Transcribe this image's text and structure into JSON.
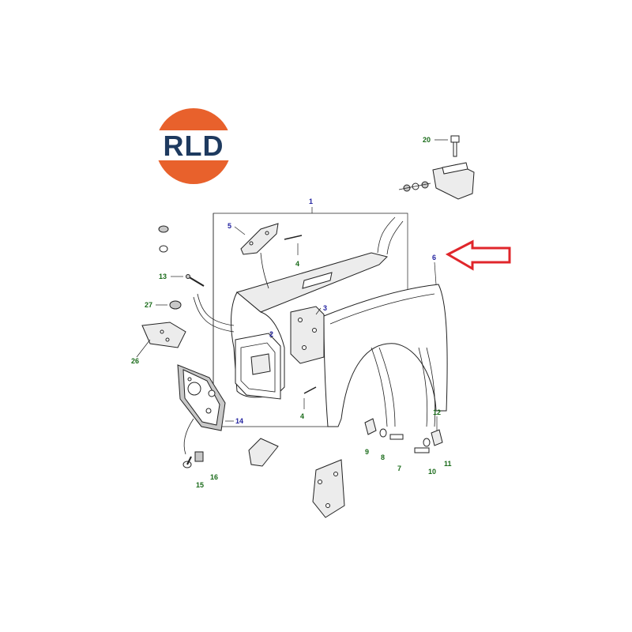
{
  "logo": {
    "text": "RLD",
    "colors": {
      "orange": "#e8612c",
      "navy": "#1e3a5f",
      "white": "#ffffff"
    }
  },
  "callouts": [
    {
      "id": "c1",
      "text": "1",
      "color": "blue"
    },
    {
      "id": "c2",
      "text": "2",
      "color": "blue"
    },
    {
      "id": "c3",
      "text": "3",
      "color": "blue"
    },
    {
      "id": "c4a",
      "text": "4",
      "color": "green"
    },
    {
      "id": "c4b",
      "text": "4",
      "color": "green"
    },
    {
      "id": "c5",
      "text": "5",
      "color": "blue"
    },
    {
      "id": "c6",
      "text": "6",
      "color": "blue"
    },
    {
      "id": "c7",
      "text": "7",
      "color": "green"
    },
    {
      "id": "c8",
      "text": "8",
      "color": "green"
    },
    {
      "id": "c9",
      "text": "9",
      "color": "green"
    },
    {
      "id": "c10",
      "text": "10",
      "color": "green"
    },
    {
      "id": "c11",
      "text": "11",
      "color": "green"
    },
    {
      "id": "c12",
      "text": "12",
      "color": "green"
    },
    {
      "id": "c13",
      "text": "13",
      "color": "green"
    },
    {
      "id": "c14",
      "text": "14",
      "color": "blue"
    },
    {
      "id": "c15",
      "text": "15",
      "color": "green"
    },
    {
      "id": "c16",
      "text": "16",
      "color": "green"
    },
    {
      "id": "c20",
      "text": "20",
      "color": "green"
    },
    {
      "id": "c26",
      "text": "26",
      "color": "green"
    },
    {
      "id": "c27",
      "text": "27",
      "color": "green"
    }
  ],
  "highlight_arrow": {
    "color": "#e0262b",
    "points_to": "6"
  },
  "label_colors": {
    "blue": "#2323a0",
    "green": "#1a6b1a"
  }
}
